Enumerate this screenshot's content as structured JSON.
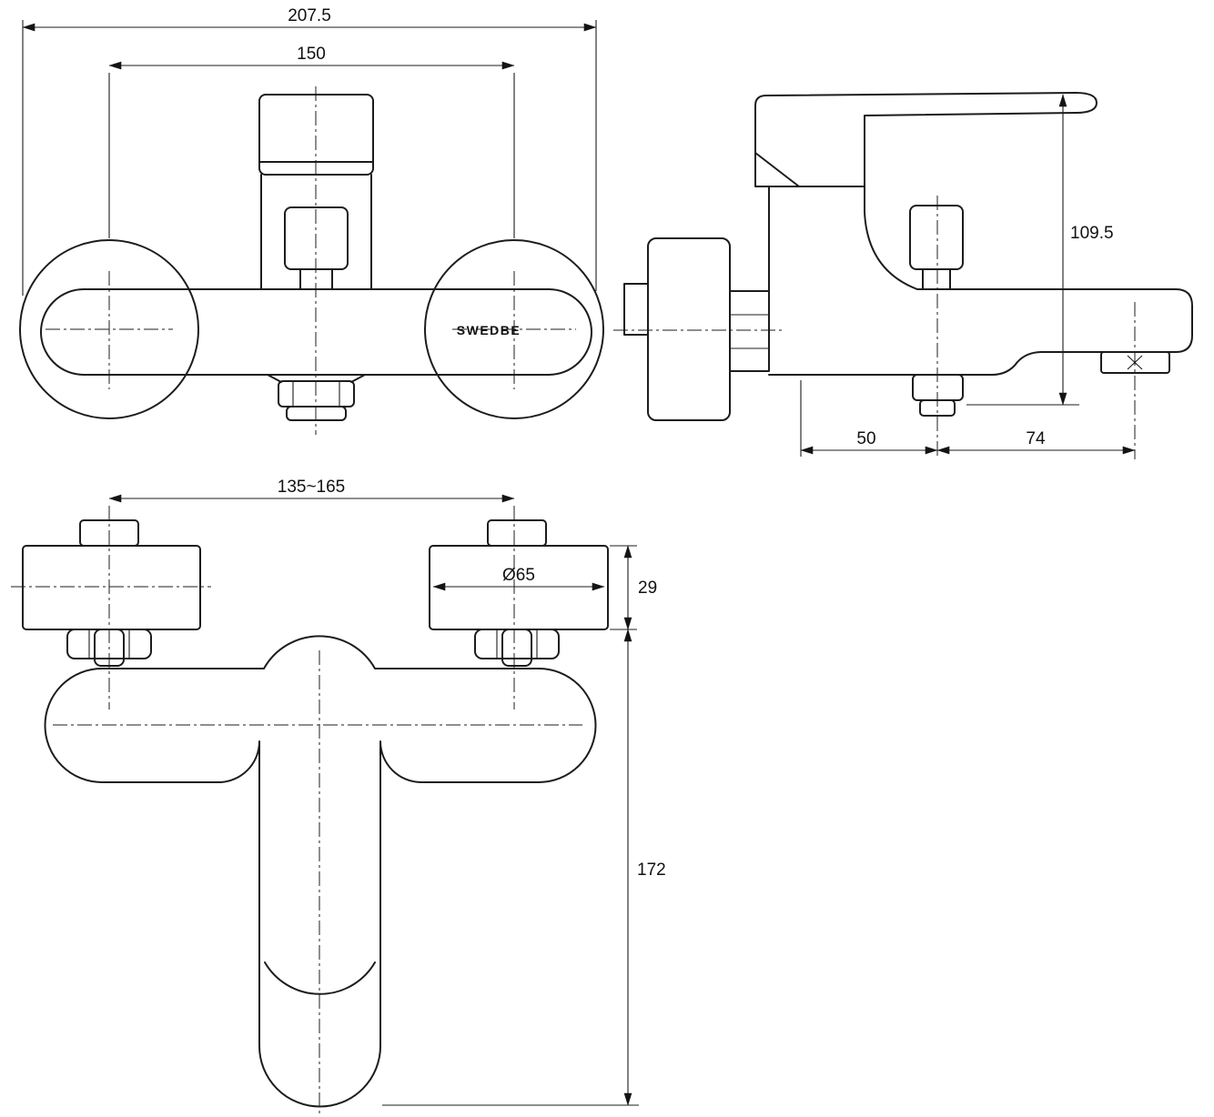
{
  "drawing": {
    "brand": "SWEDBE",
    "dims": {
      "overall_width": "207.5",
      "handle_width": "150",
      "height": "109.5",
      "wall_to_diverter": "50",
      "diverter_to_spout": "74",
      "mount_centers": "135~165",
      "flange_diameter": "Ø65",
      "flange_depth": "29",
      "spout_reach": "172"
    }
  }
}
